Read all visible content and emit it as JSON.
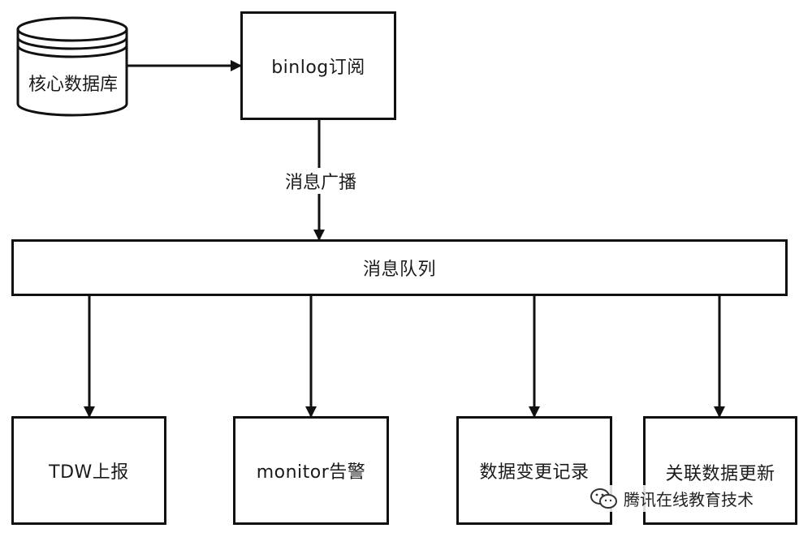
{
  "diagram": {
    "database": {
      "label": "核心数据库"
    },
    "subscribe": {
      "label": "binlog订阅"
    },
    "edge_broadcast": {
      "label": "消息广播"
    },
    "queue": {
      "label": "消息队列"
    },
    "consumers": [
      {
        "label": "TDW上报"
      },
      {
        "label": "monitor告警"
      },
      {
        "label": "数据变更记录"
      },
      {
        "label": "关联数据更新"
      }
    ]
  },
  "watermark": {
    "text": "腾讯在线教育技术",
    "icon": "wechat-icon"
  },
  "colors": {
    "stroke": "#111111",
    "background": "#ffffff"
  }
}
